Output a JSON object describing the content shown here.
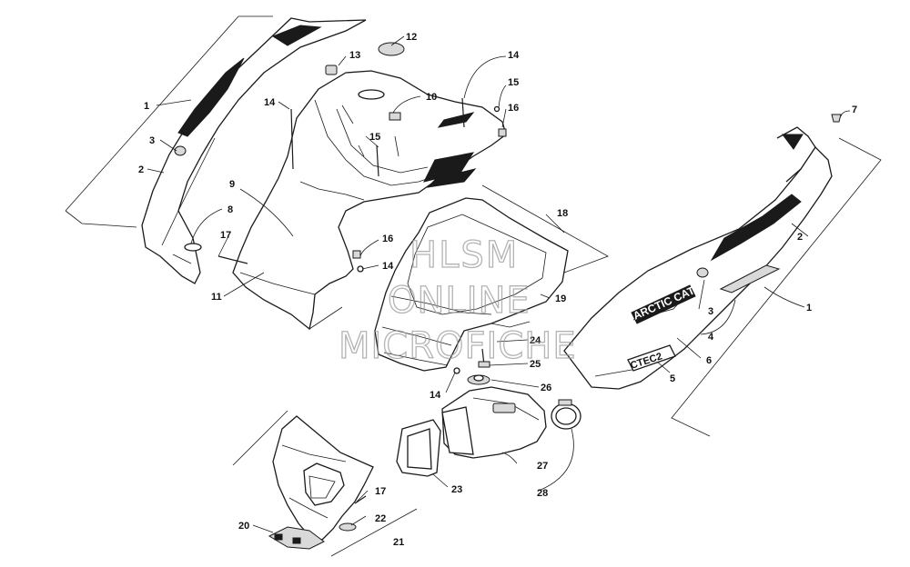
{
  "diagram": {
    "callouts": [
      {
        "id": "c1a",
        "label": "1"
      },
      {
        "id": "c1b",
        "label": "1"
      },
      {
        "id": "c2a",
        "label": "2"
      },
      {
        "id": "c2b",
        "label": "2"
      },
      {
        "id": "c3a",
        "label": "3"
      },
      {
        "id": "c3b",
        "label": "3"
      },
      {
        "id": "c4",
        "label": "4"
      },
      {
        "id": "c5",
        "label": "5"
      },
      {
        "id": "c6",
        "label": "6"
      },
      {
        "id": "c7",
        "label": "7"
      },
      {
        "id": "c8",
        "label": "8"
      },
      {
        "id": "c9",
        "label": "9"
      },
      {
        "id": "c10",
        "label": "10"
      },
      {
        "id": "c11",
        "label": "11"
      },
      {
        "id": "c12",
        "label": "12"
      },
      {
        "id": "c13",
        "label": "13"
      },
      {
        "id": "c14a",
        "label": "14"
      },
      {
        "id": "c14b",
        "label": "14"
      },
      {
        "id": "c14c",
        "label": "14"
      },
      {
        "id": "c14d",
        "label": "14"
      },
      {
        "id": "c15a",
        "label": "15"
      },
      {
        "id": "c15b",
        "label": "15"
      },
      {
        "id": "c16a",
        "label": "16"
      },
      {
        "id": "c16b",
        "label": "16"
      },
      {
        "id": "c17a",
        "label": "17"
      },
      {
        "id": "c17b",
        "label": "17"
      },
      {
        "id": "c18",
        "label": "18"
      },
      {
        "id": "c19",
        "label": "19"
      },
      {
        "id": "c20",
        "label": "20"
      },
      {
        "id": "c21",
        "label": "21"
      },
      {
        "id": "c22",
        "label": "22"
      },
      {
        "id": "c23",
        "label": "23"
      },
      {
        "id": "c24",
        "label": "24"
      },
      {
        "id": "c25",
        "label": "25"
      },
      {
        "id": "c26",
        "label": "26"
      },
      {
        "id": "c27",
        "label": "27"
      },
      {
        "id": "c28",
        "label": "28"
      }
    ],
    "decals": {
      "brand": "ARCTIC CAT",
      "model": "CTEC2"
    },
    "watermark": {
      "line1": "HLSM",
      "line2": "ONLINE",
      "line3": "MICROFICHE"
    }
  }
}
